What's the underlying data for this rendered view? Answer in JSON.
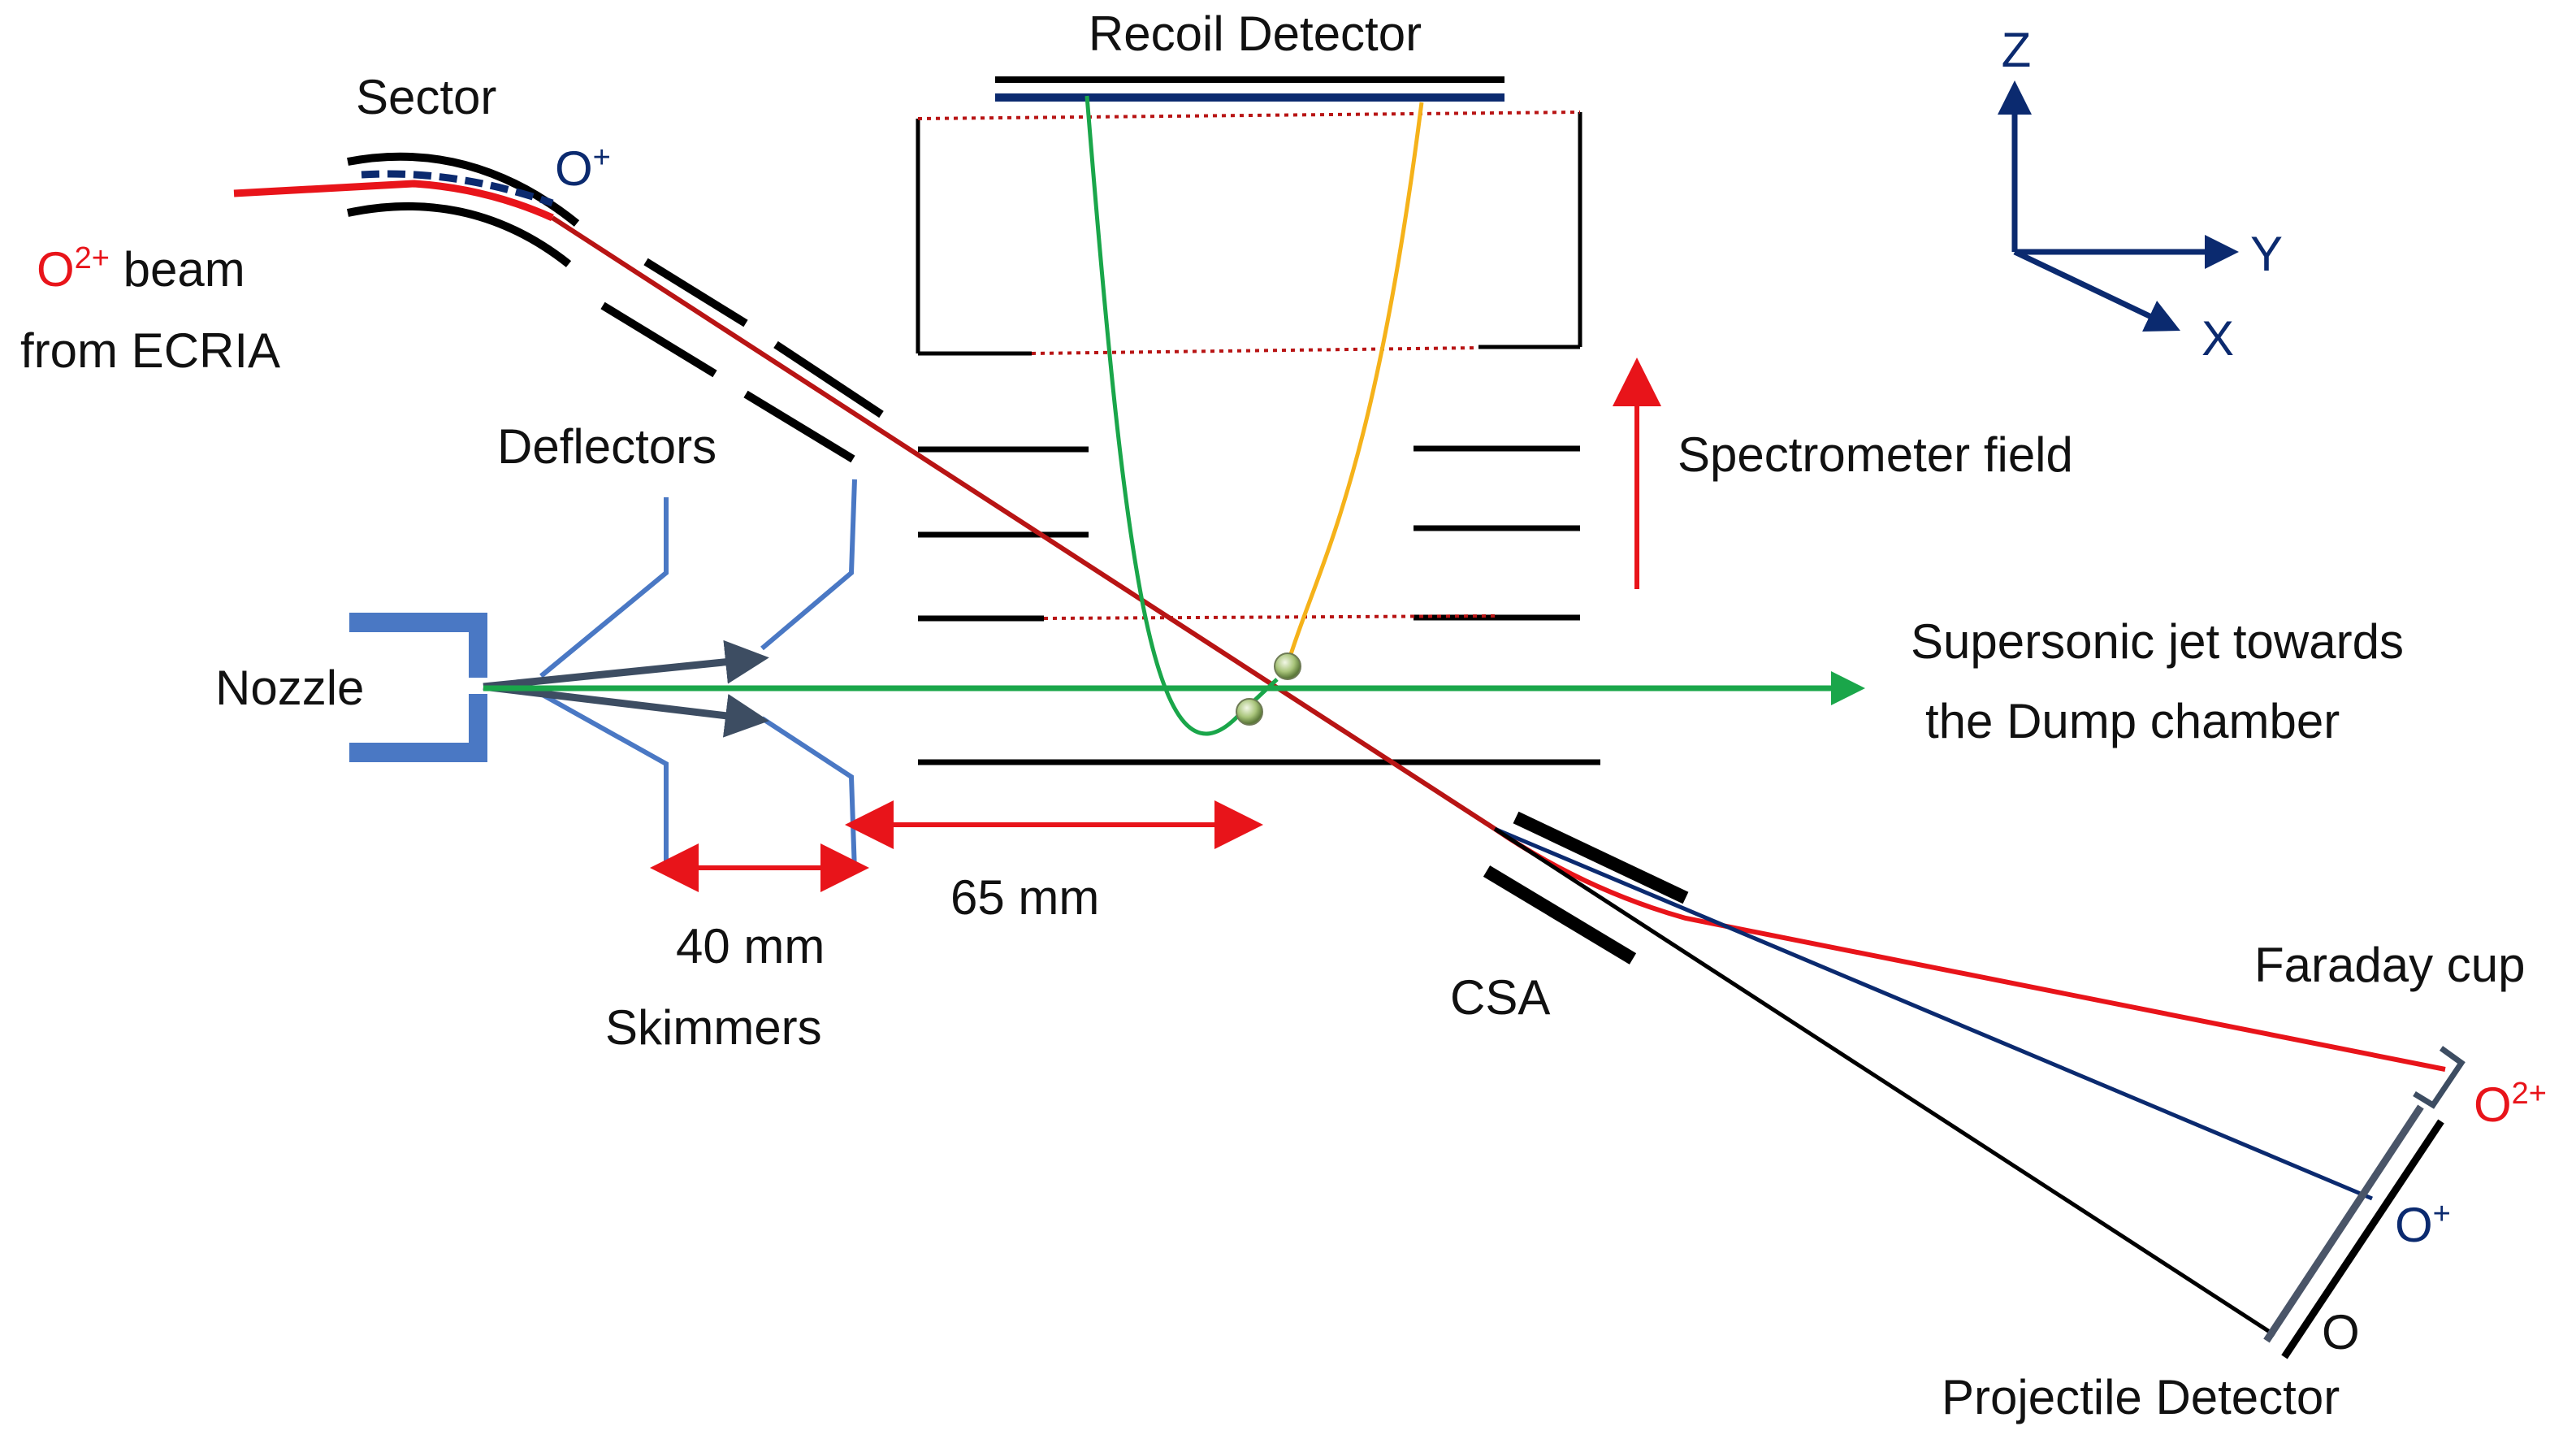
{
  "labels": {
    "recoil_detector": "Recoil Detector",
    "sector": "Sector",
    "o_plus_top": "O",
    "o_plus_top_sup": "+",
    "beam_ion": "O",
    "beam_ion_sup": "2+",
    "beam_rest": " beam",
    "beam_source": "from ECRIA",
    "deflectors": "Deflectors",
    "nozzle": "Nozzle",
    "dist_40": "40 mm",
    "skimmers": "Skimmers",
    "dist_65": "65 mm",
    "spectrometer_field": "Spectrometer field",
    "jet_line1": "Supersonic jet towards",
    "jet_line2": "the Dump chamber",
    "csa": "CSA",
    "faraday_cup": "Faraday cup",
    "o2plus_right": "O",
    "o2plus_right_sup": "2+",
    "oplus_right": "O",
    "oplus_right_sup": "+",
    "o_right": "O",
    "projectile_detector": "Projectile Detector"
  },
  "axes": {
    "z": "Z",
    "y": "Y",
    "x": "X"
  },
  "colors": {
    "beam_o2plus": "#e8141a",
    "beam_oplus": "#0b2a6f",
    "beam_o": "#000000",
    "main_beam": "#b81414",
    "jet": "#1aa64a",
    "recoil_green": "#1aa64a",
    "recoil_orange": "#f5b21a",
    "skimmer": "#4a78c4",
    "nozzle": "#4a78c4",
    "deflected_rays": "#3d4d62",
    "axes": "#0b2a6f",
    "dimension": "#e8141a"
  }
}
